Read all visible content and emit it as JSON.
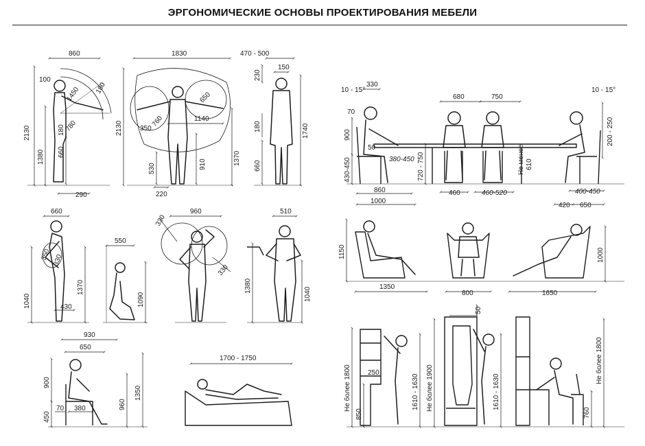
{
  "title": "ЭРГОНОМИЧЕСКИЕ ОСНОВЫ ПРОЕКТИРОВАНИЯ МЕБЕЛИ",
  "fig1": {
    "width": "860",
    "reach_a": "100",
    "reach_b": "1450",
    "reach_c": "180",
    "reach_d": "780",
    "total_h": "2130",
    "shoulder_h": "1380",
    "mid_a": "180",
    "hand_h": "660",
    "depth": "290"
  },
  "fig2": {
    "span": "1830",
    "total_h": "2130",
    "arm_a": "650",
    "arm_b": "350",
    "arm_c": "760",
    "shoulder_w": "1140",
    "elbow_h": "1370",
    "hand_h": "910",
    "knee_h": "530",
    "foot_w": "220"
  },
  "fig3": {
    "width": "470 - 500",
    "head_w": "150",
    "head_h": "230",
    "eye_h": "180",
    "total_h": "1740",
    "hip_h": "660"
  },
  "fig4": {
    "depth": "660",
    "reach": "330",
    "reach2": "350",
    "shoulder_h": "1370",
    "hand_h": "1040",
    "step": "430"
  },
  "fig5": {
    "depth": "550",
    "height": "1090"
  },
  "fig6": {
    "width": "960",
    "arc_a": "330",
    "arc_b": "330"
  },
  "fig7": {
    "width": "510",
    "height": "1380",
    "hand_h": "1040"
  },
  "fig8": {
    "total_w": "930",
    "seat_w": "650",
    "upper_h": "900",
    "seat_h": "450",
    "knee": "70",
    "thigh": "380",
    "eye_h": "960",
    "head_h": "1350"
  },
  "fig9": {
    "length": "1700 - 1750"
  },
  "table": {
    "angle_l": "10 - 15°",
    "reach_l": "330",
    "lean_l": "70",
    "height_l": "900",
    "elbow_l": "50",
    "seat_l": "430-450",
    "under_l": "380-450",
    "table_h": "720 - 750",
    "clear_l": "860",
    "space_l": "1000",
    "place_a": "680",
    "place_b": "750",
    "chair_a": "460",
    "chair_b": "460-520",
    "min_label": "Не менее",
    "min_val": "610",
    "angle_r": "10 - 15°",
    "back_r": "200 - 250",
    "seat_r": "400-450",
    "leg_r": "420",
    "depth_r": "650"
  },
  "lounge": {
    "h_left": "1150",
    "w_left": "1350",
    "w_mid": "800",
    "w_right": "1650",
    "h_right": "1000"
  },
  "storage": {
    "max_label_a": "Не более 1800",
    "reach_a": "1610 - 1630",
    "shelf_a": "250",
    "low_a": "850",
    "gap_b": "50",
    "max_label_b": "Не более 1900",
    "reach_b": "1610 - 1630",
    "max_label_c": "Не более 1800",
    "desk_c": "760"
  }
}
